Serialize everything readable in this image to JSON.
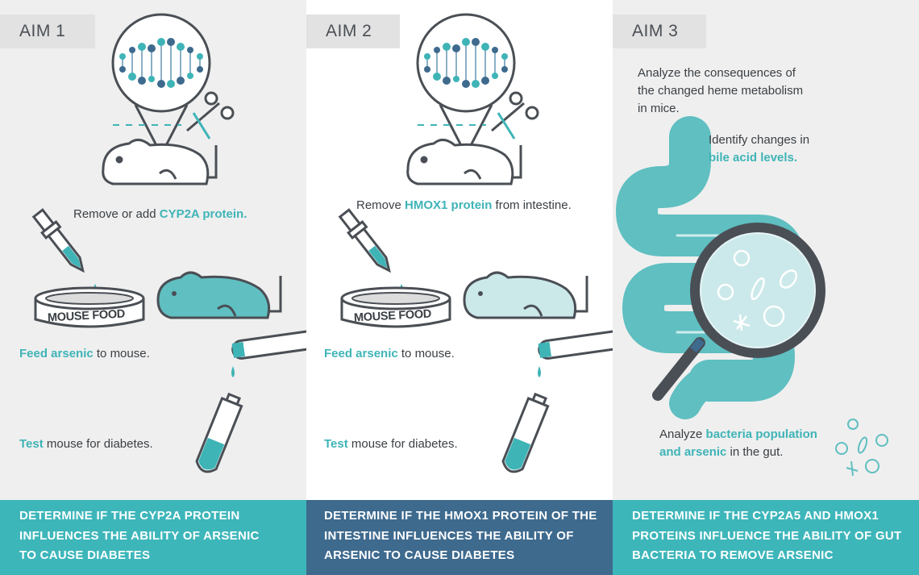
{
  "aims": [
    {
      "label": "AIM 1",
      "step1": {
        "pre": "Remove or add ",
        "hl": "CYP2A protein.",
        "post": ""
      },
      "food_label": "MOUSE FOOD",
      "step2": {
        "hl": "Feed arsenic",
        "post": " to mouse."
      },
      "step3": {
        "hl": "Test",
        "post": " mouse for diabetes."
      },
      "footer": [
        "DETERMINE IF THE CYP2A PROTEIN",
        "INFLUENCES THE ABILITY OF ARSENIC",
        "TO CAUSE DIABETES"
      ]
    },
    {
      "label": "AIM 2",
      "step1": {
        "pre": "Remove ",
        "hl": "HMOX1 protein",
        "post": " from intestine."
      },
      "food_label": "MOUSE FOOD",
      "step2": {
        "hl": "Feed arsenic",
        "post": " to mouse."
      },
      "step3": {
        "hl": "Test",
        "post": " mouse for diabetes."
      },
      "footer": [
        "DETERMINE IF THE HMOX1 PROTEIN OF THE",
        "INTESTINE INFLUENCES THE ABILITY OF",
        "ARSENIC TO CAUSE DIABETES"
      ]
    },
    {
      "label": "AIM 3",
      "intro": [
        "Analyze the consequences of",
        "the changed heme metabolism",
        "in mice."
      ],
      "bile": {
        "pre": "Identify changes in",
        "hl": "bile acid levels."
      },
      "bacteria": {
        "pre": "Analyze ",
        "hl1": "bacteria population",
        "hl2": "and arsenic",
        "post": " in the gut."
      },
      "footer": [
        "DETERMINE IF THE CYP2A5 AND HMOX1",
        "PROTEINS INFLUENCE THE ABILITY OF GUT",
        "BACTERIA  TO REMOVE ARSENIC"
      ]
    }
  ],
  "colors": {
    "teal": "#3fb4b7",
    "light_teal": "#cce9ea",
    "navy": "#3e6a8e",
    "outline": "#4a4f55",
    "panel_gray": "#efefef"
  },
  "icons": [
    "dna-icon",
    "mouse-icon",
    "scissors-icon",
    "dropper-icon",
    "food-dish-icon",
    "test-tube-icon",
    "intestine-icon",
    "magnifier-icon",
    "bacteria-icon"
  ]
}
